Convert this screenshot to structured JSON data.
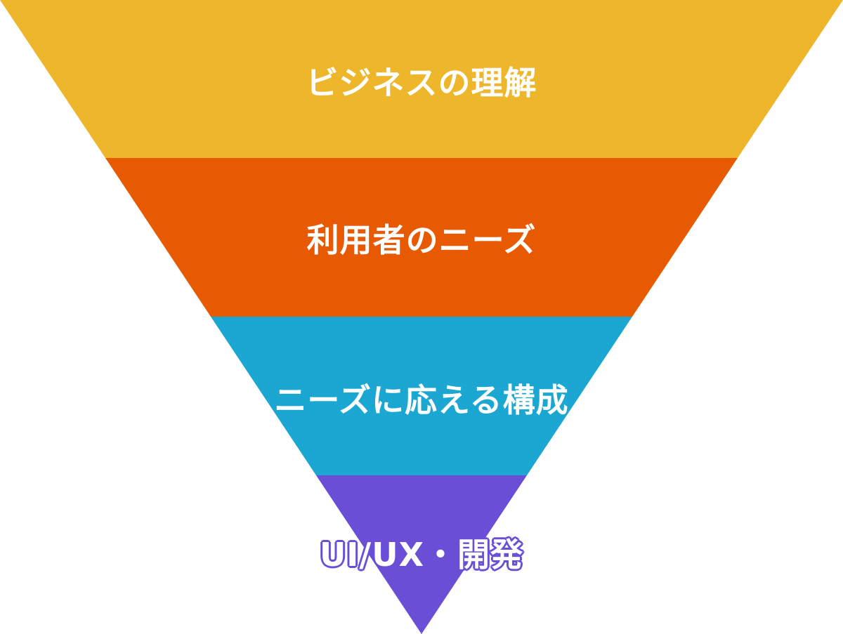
{
  "diagram": {
    "type": "inverted-pyramid",
    "layers": [
      {
        "label": "ビジネスの理解",
        "color": "#eeb62b"
      },
      {
        "label": "利用者のニーズ",
        "color": "#e85a02"
      },
      {
        "label": "ニーズに応える構成",
        "color": "#1ba7d2"
      },
      {
        "label": "UI/UX・開発",
        "color": "#6a4fd6"
      }
    ]
  }
}
